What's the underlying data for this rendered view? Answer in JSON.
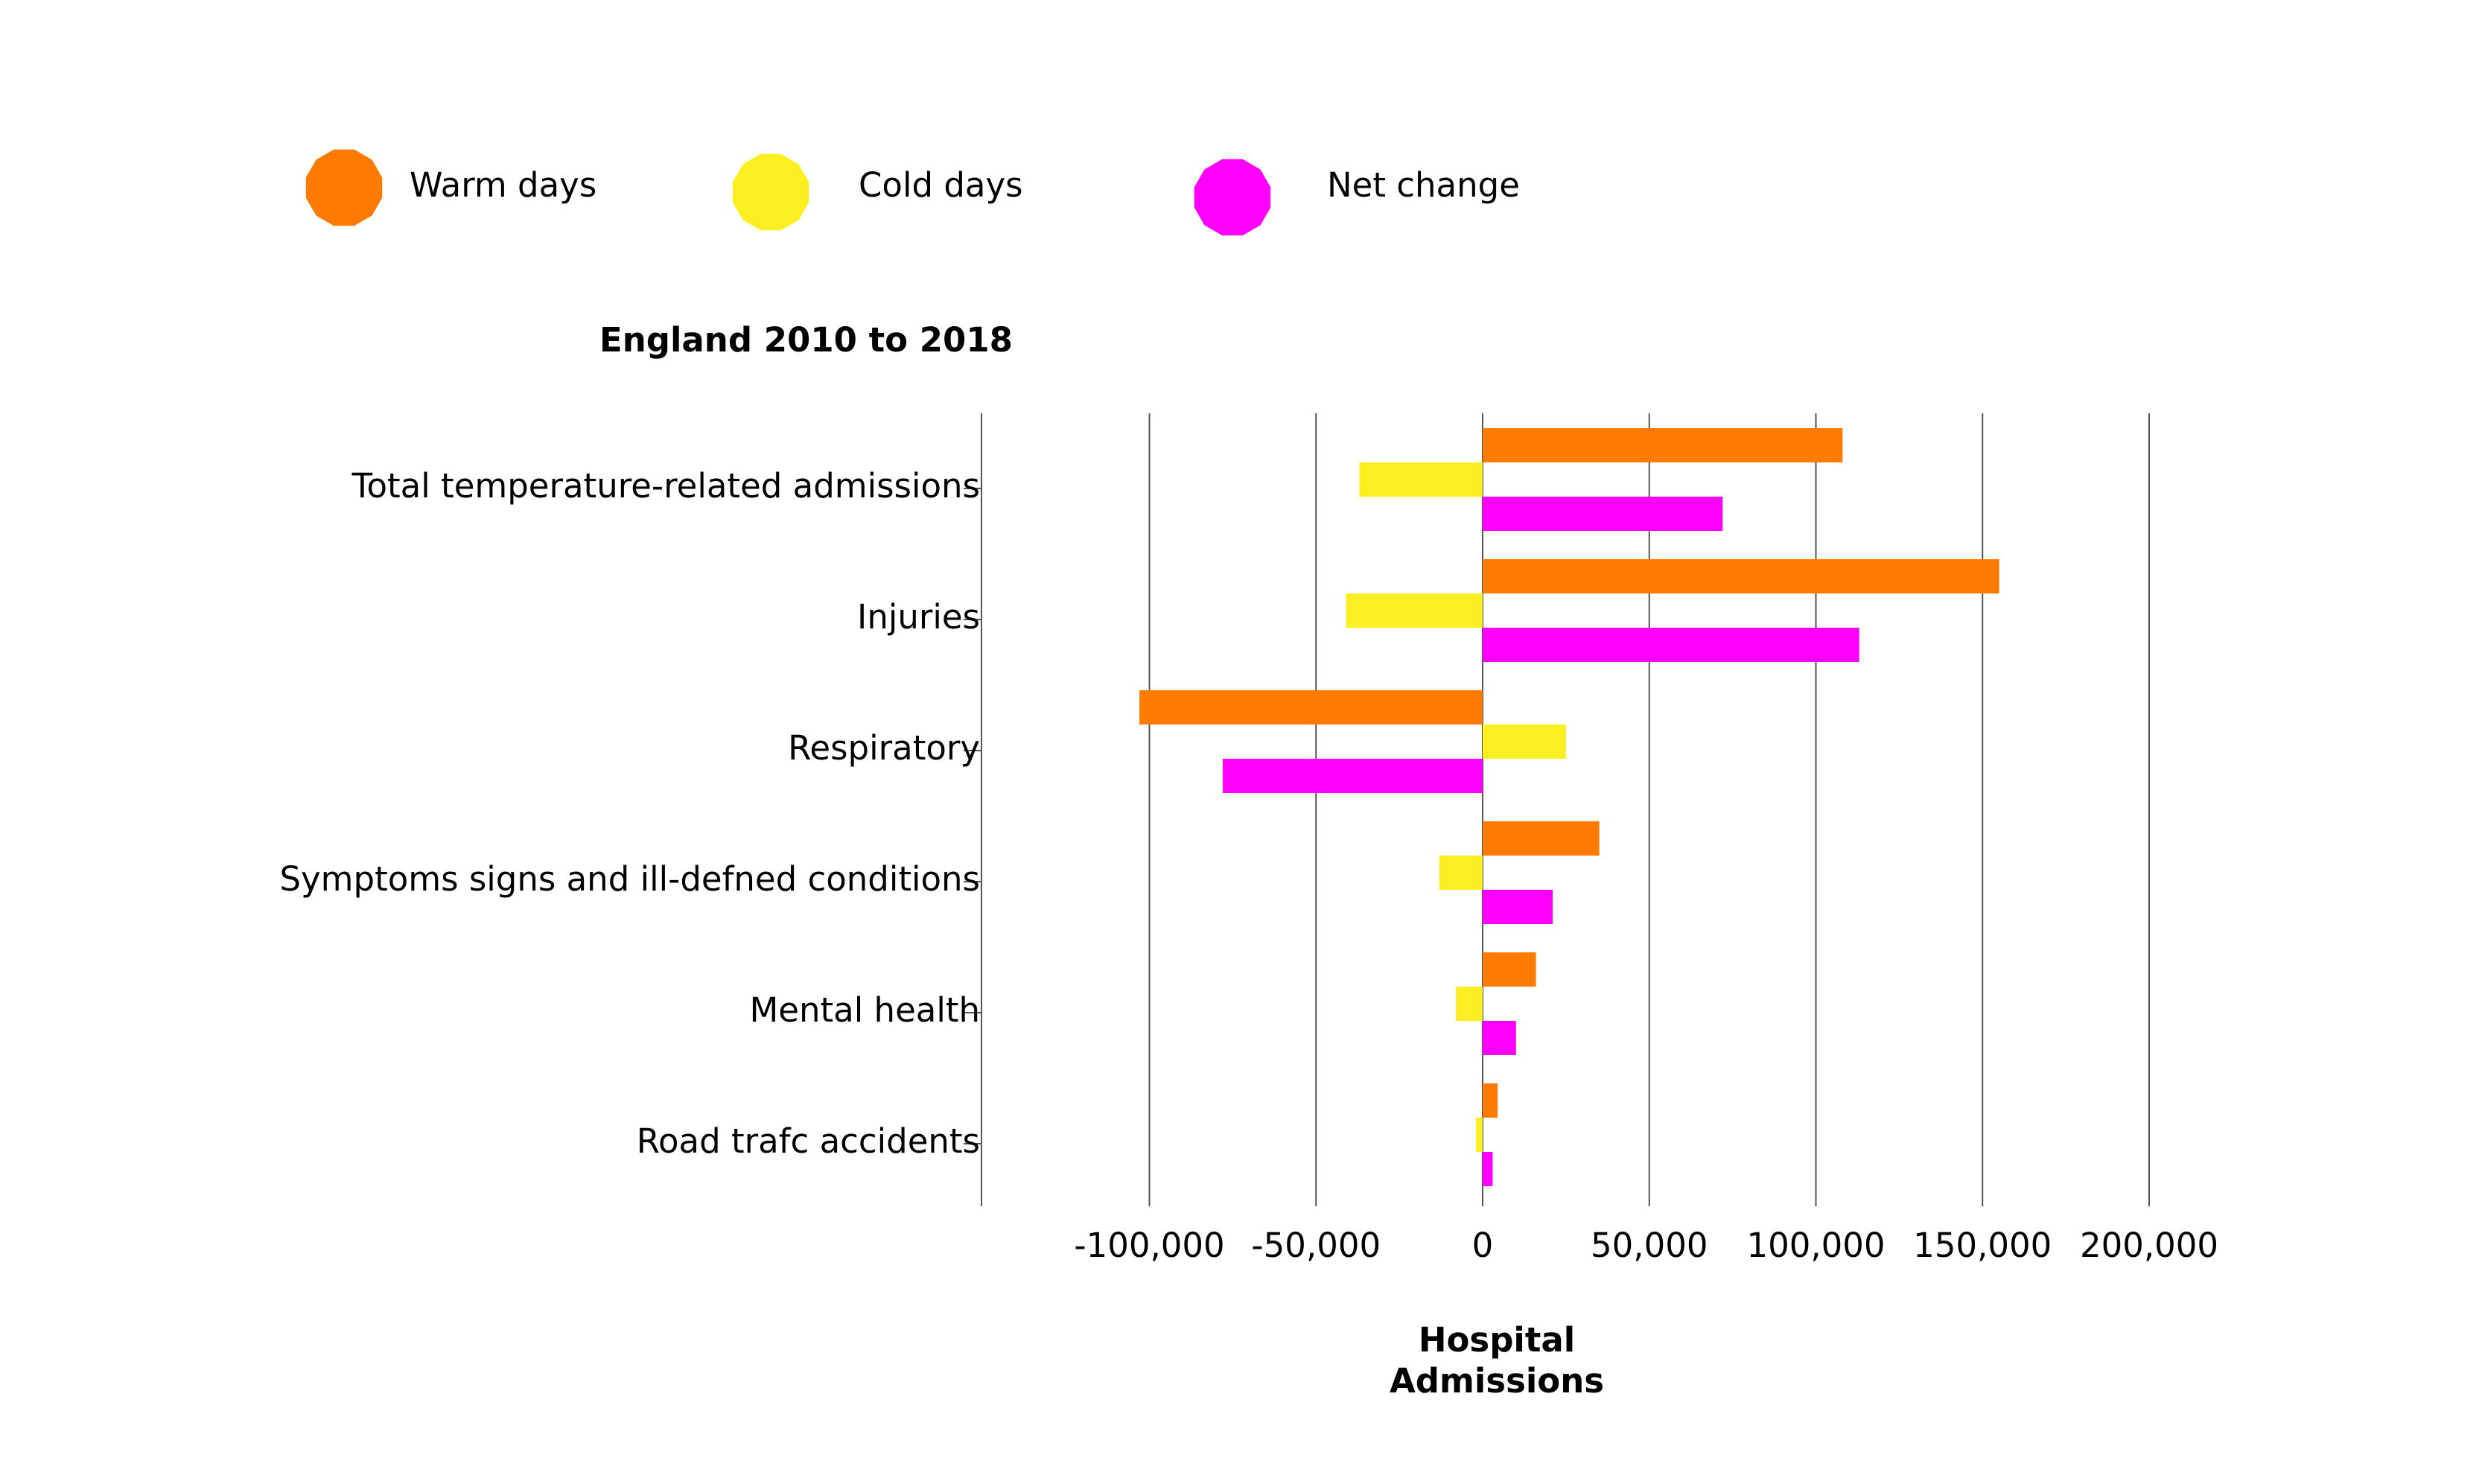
{
  "chart_data": {
    "type": "bar",
    "orientation": "horizontal",
    "title": "England 2010 to 2018",
    "xlabel": "Hospital\nAdmissions",
    "ylabel": "",
    "xlim": [
      -150000,
      200000
    ],
    "xticks": [
      -100000,
      -50000,
      0,
      50000,
      100000,
      150000,
      200000
    ],
    "xtick_labels": [
      "-100,000",
      "-50,000",
      "0",
      "50,000",
      "100,000",
      "150,000",
      "200,000"
    ],
    "grid": true,
    "legend_position": "top-left",
    "categories": [
      "Total temperature-related admissions",
      "Injuries",
      "Respiratory",
      "Symptoms signs and ill-defned conditions",
      "Mental health",
      "Road trafc accidents"
    ],
    "series": [
      {
        "name": "Warm days",
        "color": "#ff7a00",
        "values": [
          108000,
          155000,
          -103000,
          35000,
          16000,
          4500
        ]
      },
      {
        "name": "Cold days",
        "color": "#fcee21",
        "values": [
          -37000,
          -41000,
          25000,
          -13000,
          -8000,
          -2000
        ]
      },
      {
        "name": "Net change",
        "color": "#ff00ff",
        "values": [
          72000,
          113000,
          -78000,
          21000,
          10000,
          3000
        ]
      }
    ]
  }
}
